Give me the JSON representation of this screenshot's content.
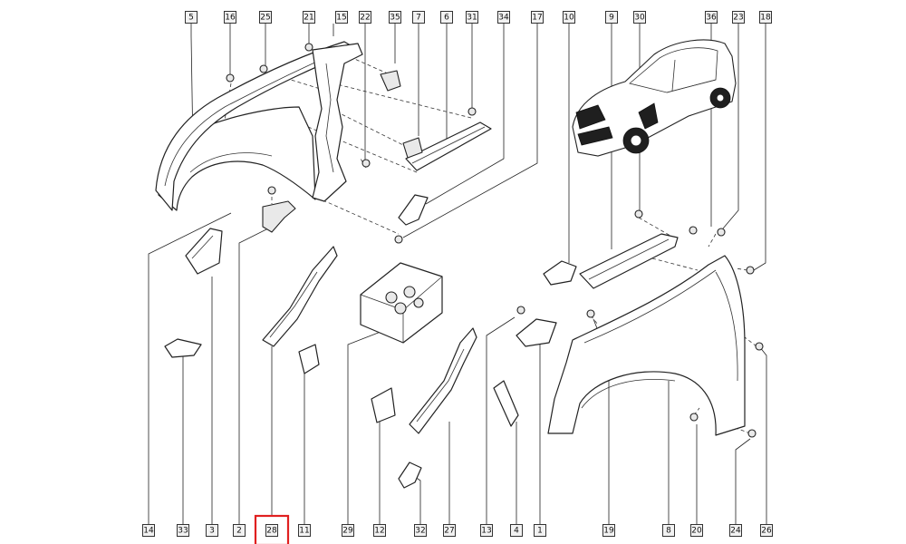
{
  "colors": {
    "highlight": "#e02020",
    "stroke": "#222222",
    "callout_fill": "#f2f2f2"
  },
  "highlighted_ref": "28",
  "callouts_top": [
    "5",
    "16",
    "25",
    "21",
    "15",
    "22",
    "35",
    "7",
    "6",
    "31",
    "34",
    "17",
    "10",
    "9",
    "30",
    "36",
    "23",
    "18"
  ],
  "callouts_bottom": [
    "14",
    "33",
    "3",
    "2",
    "28",
    "11",
    "29",
    "12",
    "32",
    "27",
    "13",
    "4",
    "1",
    "19",
    "8",
    "20",
    "24",
    "26"
  ]
}
